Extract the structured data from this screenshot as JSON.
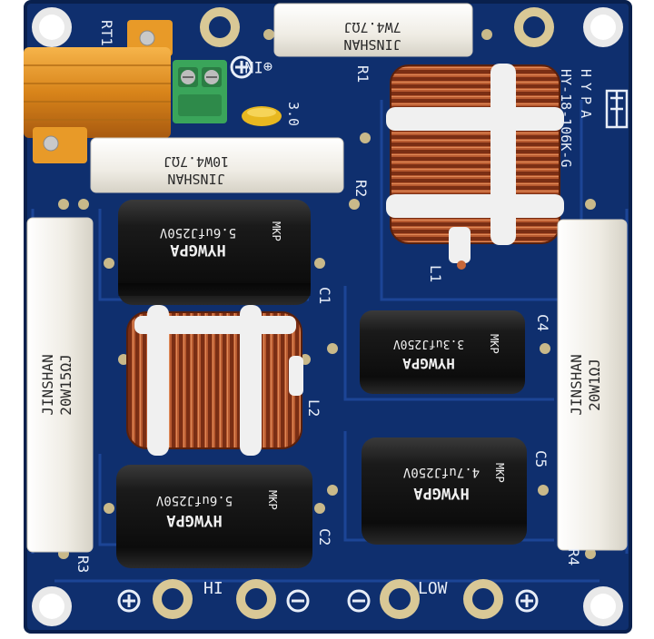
{
  "photo": {
    "subject": "crossover-circuit-board",
    "colors": {
      "board": "#0f2f6e",
      "board_dark": "#0a2152",
      "silkscreen": "#e8eef8",
      "trace": "#163c86",
      "copper": "#8a3a1c",
      "copper_light": "#c8683a",
      "cap_body": "#141414",
      "resistor": "#f1efe8",
      "heatsink": "#e0941e",
      "terminal": "#3aa55a",
      "ferrite": "#e8b820",
      "pad": "#d8c9a0"
    }
  },
  "silkscreen": {
    "rt1": "RT1",
    "in_plus": "⊕IN",
    "f_value": "3.0",
    "r1": "R1",
    "r2": "R2",
    "r3": "R3",
    "r4": "R4",
    "l1": "L1",
    "l2": "L2",
    "c1": "C1",
    "c2": "C2",
    "c4": "C4",
    "c5": "C5",
    "model": "HY-18-106K-G",
    "brand_vertical": "HYPA",
    "hi": "HI",
    "low": "LOW"
  },
  "resistors": {
    "r1_text_1": "7W4.7ΩJ",
    "r1_text_2": "JINSHAN",
    "r2_text_1": "10W4.7ΩJ",
    "r2_text_2": "JINSHAN",
    "r3_text_1": "JINSHAN",
    "r3_text_2": "20W15ΩJ",
    "r4_text_1": "JINSHAN",
    "r4_text_2": "20W1ΩJ"
  },
  "capacitors": {
    "c1_value": "5.6ufJ250V",
    "c2_value": "5.6ufJ250V",
    "c4_value": "3.3ufJ250V",
    "c5_value": "4.7ufJ250V",
    "brand": "HYWGPA",
    "type": "MKP"
  }
}
